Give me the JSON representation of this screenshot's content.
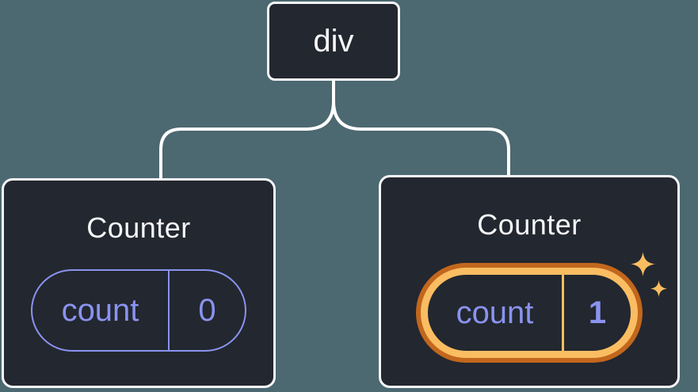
{
  "diagram": {
    "description": "Component tree: a div root with two Counter children; second Counter's state is highlighted as updated",
    "background_color": "#4c6871",
    "connector_color": "#ffffff",
    "root": {
      "label": "div"
    },
    "children": [
      {
        "title": "Counter",
        "state": {
          "key": "count",
          "value": "0"
        },
        "highlighted": false
      },
      {
        "title": "Counter",
        "state": {
          "key": "count",
          "value": "1"
        },
        "highlighted": true
      }
    ],
    "icons": {
      "sparkle": "four-point-star-sparkle"
    },
    "colors": {
      "node_background": "#23272f",
      "node_border": "#f6f7f9",
      "node_text": "#f6f7f9",
      "state_accent": "#8a93ef",
      "highlight_ring_inner": "#fabd62",
      "highlight_ring_outer": "#c2671d",
      "sparkle": "#fabd62"
    }
  }
}
